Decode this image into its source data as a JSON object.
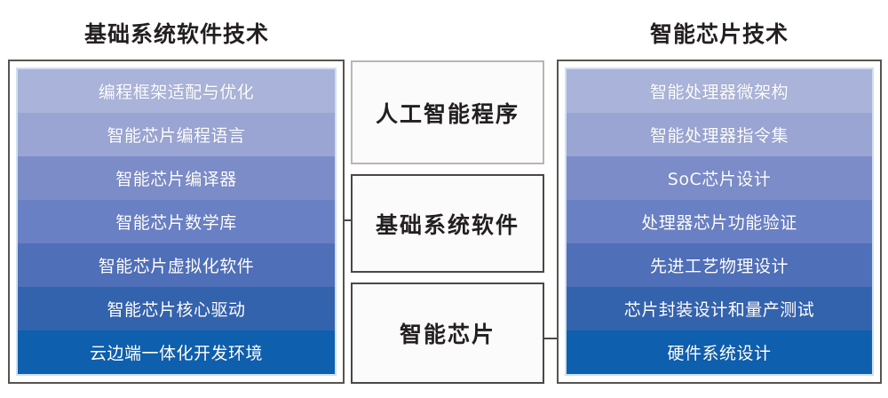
{
  "diagram": {
    "type": "three-column-technology-stack",
    "columns": {
      "left": {
        "title": "基础系统软件技术",
        "rows": [
          {
            "label": "编程框架适配与优化",
            "color": "#aab3d9"
          },
          {
            "label": "智能芯片编程语言",
            "color": "#9aa5d3"
          },
          {
            "label": "智能芯片编译器",
            "color": "#7b8cc8"
          },
          {
            "label": "智能芯片数学库",
            "color": "#6a80c4"
          },
          {
            "label": "智能芯片虚拟化软件",
            "color": "#4f6fb8"
          },
          {
            "label": "智能芯片核心驱动",
            "color": "#3463ae"
          },
          {
            "label": "云边端一体化开发环境",
            "color": "#0e5fad"
          }
        ]
      },
      "middle": {
        "boxes": [
          {
            "label": "人工智能程序"
          },
          {
            "label": "基础系统软件"
          },
          {
            "label": "智能芯片"
          }
        ]
      },
      "right": {
        "title": "智能芯片技术",
        "rows": [
          {
            "label": "智能处理器微架构",
            "color": "#aab3d9"
          },
          {
            "label": "智能处理器指令集",
            "color": "#9aa5d3"
          },
          {
            "label": "SoC芯片设计",
            "color": "#7b8cc8"
          },
          {
            "label": "处理器芯片功能验证",
            "color": "#6a80c4"
          },
          {
            "label": "先进工艺物理设计",
            "color": "#4f6fb8"
          },
          {
            "label": "芯片封装设计和量产测试",
            "color": "#3463ae"
          },
          {
            "label": "硬件系统设计",
            "color": "#0e5fad"
          }
        ]
      }
    },
    "connectors": [
      {
        "from": "left-panel",
        "to": "middle-box-1"
      },
      {
        "from": "middle-box-2",
        "to": "right-panel"
      }
    ],
    "colors": {
      "gradient_start": "#aab3d9",
      "gradient_end": "#0e5fad",
      "row_text": "#ffffff",
      "title_text": "#231f20",
      "box_border": "#4b4845",
      "panel_outer_border": "#58544f",
      "panel_inner_border": "#cfe0f2",
      "background": "#ffffff"
    }
  }
}
